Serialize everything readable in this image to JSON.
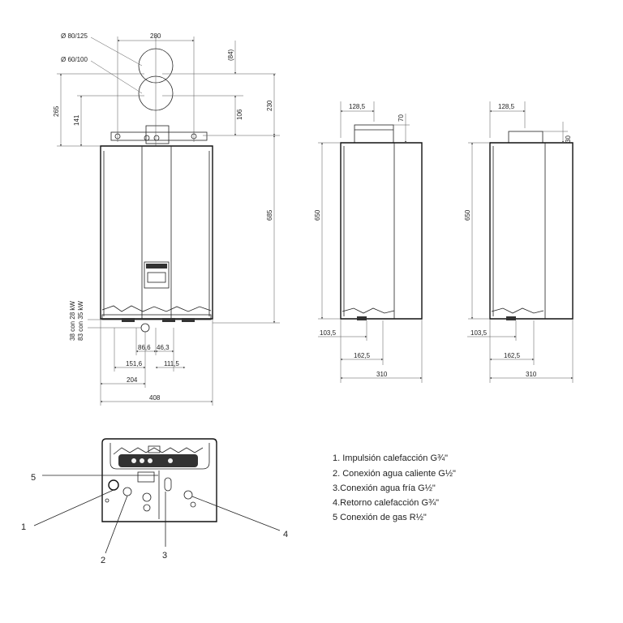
{
  "colors": {
    "line": "#222222",
    "fill_light": "#f2f2f2",
    "fill_dark": "#333333"
  },
  "front_view": {
    "flue_labels": {
      "d80": "Ø 80/125",
      "d60": "Ø 60/100"
    },
    "dims": {
      "top_280": "280",
      "d84": "(84)",
      "d265": "265",
      "d141": "141",
      "d106": "106",
      "d230": "230",
      "d685": "685",
      "d86_6": "86,6",
      "d46_3": "46,3",
      "d151_6": "151,6",
      "d111_5": "111,5",
      "d204": "204",
      "d408": "408",
      "note1": "38 con 28 kW",
      "note2": "83 con 35 kW"
    }
  },
  "side_view_1": {
    "dims": {
      "d128_5": "128,5",
      "d70": "70",
      "d650": "650",
      "d103_5": "103,5",
      "d162_5": "162,5",
      "d310": "310"
    }
  },
  "side_view_2": {
    "dims": {
      "d128_5": "128,5",
      "d30": "30",
      "d650": "650",
      "d103_5": "103,5",
      "d162_5": "162,5",
      "d310": "310"
    }
  },
  "bottom_view": {
    "callouts": {
      "c1": "1",
      "c2": "2",
      "c3": "3",
      "c4": "4",
      "c5": "5"
    }
  },
  "legend": {
    "items": [
      "1. Impulsión calefacción G¾\"",
      "2. Conexión agua caliente G½\"",
      "3.Conexión agua fría G½\"",
      "4.Retorno calefacción G¾\"",
      "5 Conexión de gas R½\""
    ]
  }
}
